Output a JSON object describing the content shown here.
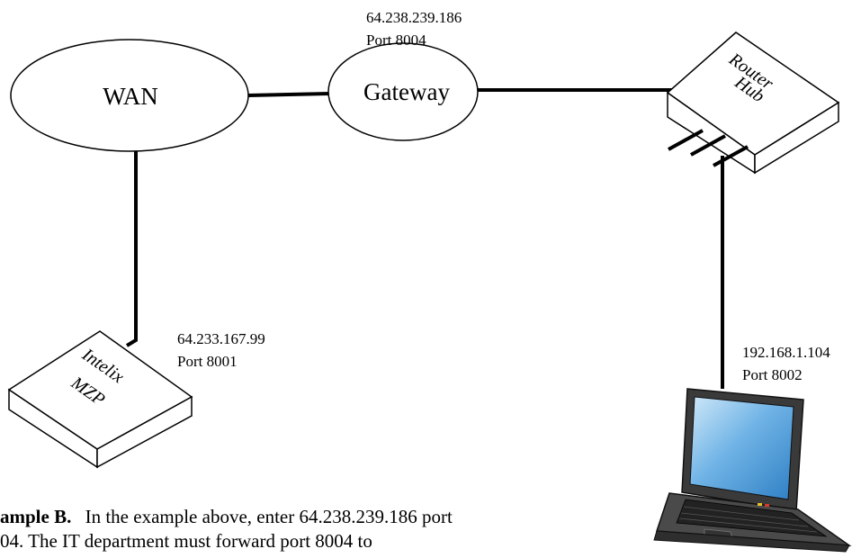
{
  "nodes": {
    "wan": {
      "label": "WAN"
    },
    "gateway": {
      "label": "Gateway",
      "ip": "64.238.239.186",
      "port": "Port 8004"
    },
    "router": {
      "label_line1": "Router",
      "label_line2": "Hub"
    },
    "intelix": {
      "label_line1": "Intelix",
      "label_line2": "MZP",
      "ip": "64.233.167.99",
      "port": "Port 8001"
    },
    "laptop": {
      "ip": "192.168.1.104",
      "port": "Port 8002"
    }
  },
  "caption": {
    "bold": "ample B.",
    "line1": "In the example above, enter 64.238.239.186 port",
    "line2": "04. The IT department must forward port 8004 to"
  },
  "colors": {
    "screen": "#5fa8e0",
    "keyboard": "#2a2a2a",
    "line": "#000000"
  }
}
